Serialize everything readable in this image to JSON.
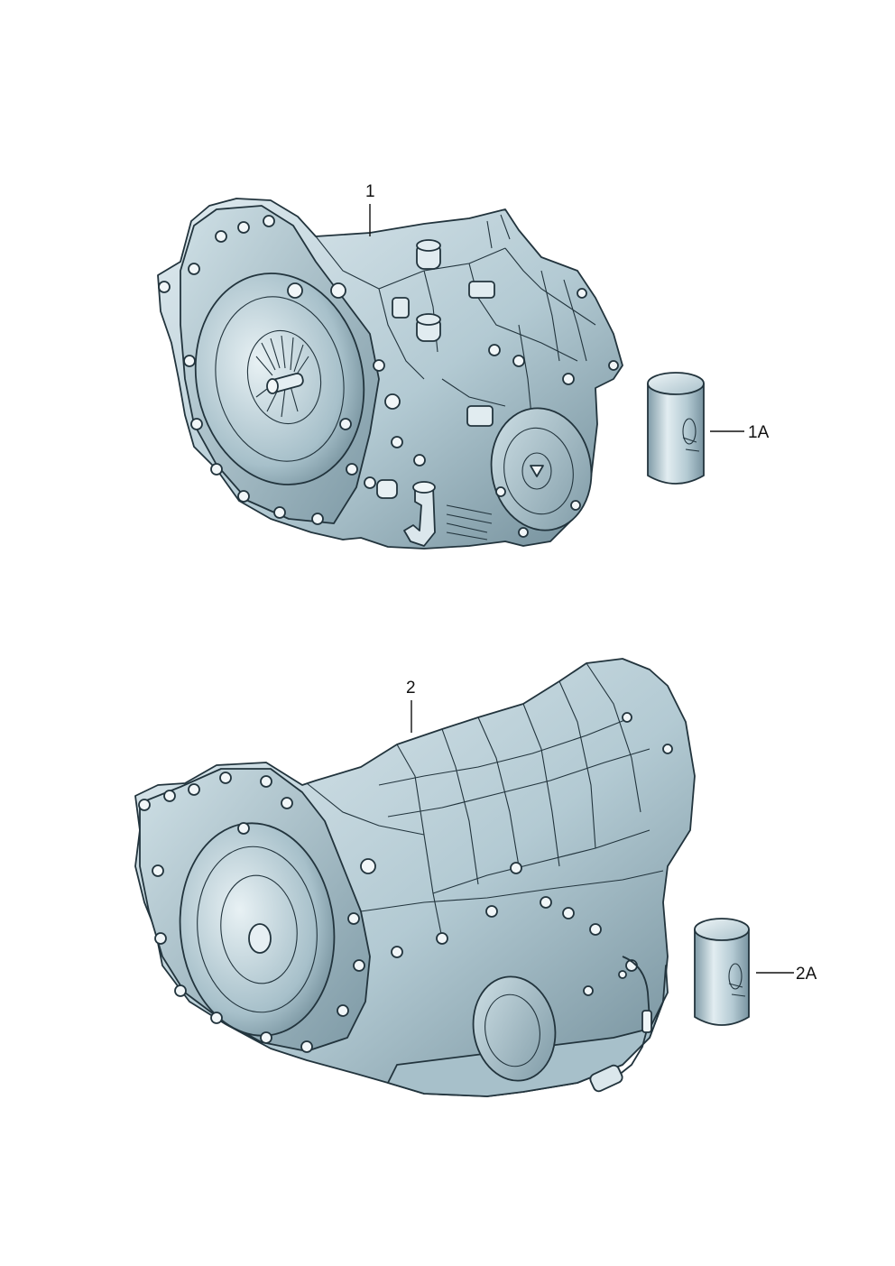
{
  "callouts": {
    "part_1": "1",
    "part_1a": "1A",
    "part_2": "2",
    "part_2a": "2A"
  },
  "colors": {
    "housing_light": "#d4e4ea",
    "housing_mid": "#a9c2cc",
    "housing_dark": "#6f8b97",
    "shadow": "#4f6a76",
    "outline": "#22343d"
  }
}
